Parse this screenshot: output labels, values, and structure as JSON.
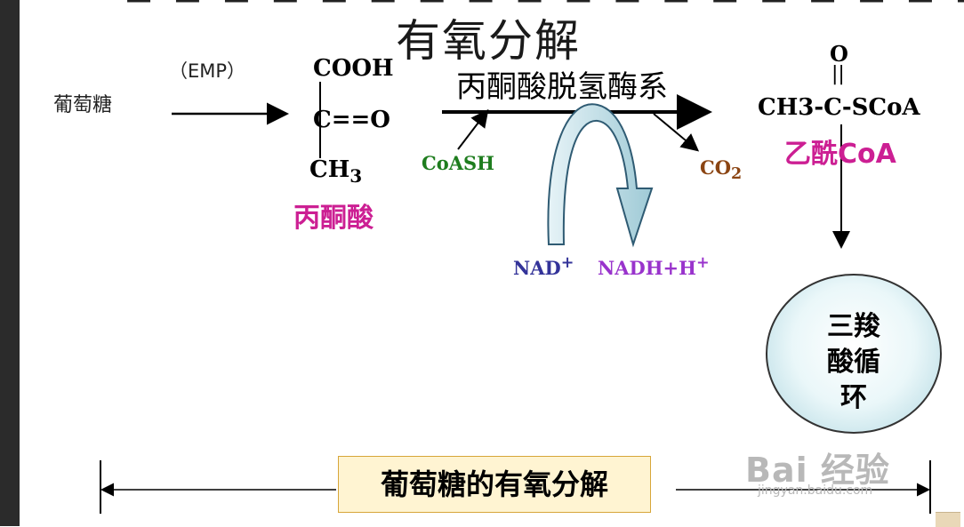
{
  "title": "有氧分解",
  "glucose": "葡萄糖",
  "emp": "（EMP）",
  "pyruvate": {
    "cooh": "COOH",
    "co": "C==O",
    "ch3": "CH",
    "ch3_sub": "3",
    "name": "丙酮酸"
  },
  "enzyme": "丙酮酸脱氢酶系",
  "coash": "CoASH",
  "co2": "CO",
  "co2_sub": "2",
  "nad": "NAD",
  "nad_sup": "+",
  "nadh": "NADH+H",
  "nadh_sup": "+",
  "acetyl": {
    "o": "O",
    "bond": "||",
    "formula": "CH3-C-SCoA",
    "name": "乙酰CoA"
  },
  "tca": {
    "line1": "三羧",
    "line2": "酸循",
    "line3": "环"
  },
  "summary": "葡萄糖的有氧分解",
  "watermark": {
    "main": "Bai 经验",
    "sub": "jingyan.baidu.com"
  },
  "colors": {
    "magenta": "#cc1f93",
    "green": "#1e7d1e",
    "brown": "#8b4513",
    "navy": "#333399",
    "purple": "#9933cc",
    "box_fill": "#fff4d2",
    "box_border": "#d7a63a",
    "circle_fill": "#aed6e0"
  }
}
